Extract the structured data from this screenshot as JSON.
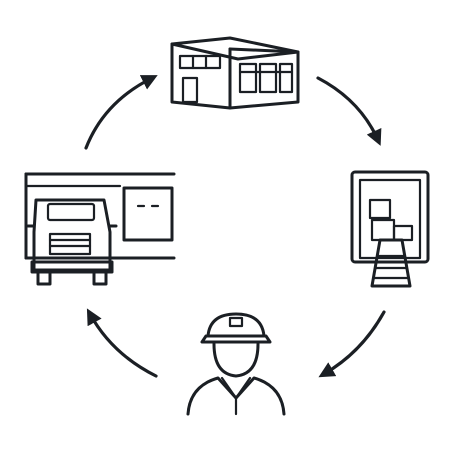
{
  "colors": {
    "ink": "#1b1f24",
    "background": "#ffffff"
  },
  "diagram": {
    "type": "cycle",
    "nodes": [
      {
        "id": "warehouse",
        "icon": "warehouse-icon"
      },
      {
        "id": "loading-trailer",
        "icon": "trailer-with-boxes-icon"
      },
      {
        "id": "delivery-worker",
        "icon": "worker-with-cap-icon"
      },
      {
        "id": "truck-at-dock",
        "icon": "truck-at-loading-dock-icon"
      }
    ],
    "arrows": [
      {
        "from": "warehouse",
        "to": "loading-trailer",
        "icon": "curved-arrow-icon"
      },
      {
        "from": "loading-trailer",
        "to": "delivery-worker",
        "icon": "curved-arrow-icon"
      },
      {
        "from": "delivery-worker",
        "to": "truck-at-dock",
        "icon": "curved-arrow-icon"
      },
      {
        "from": "truck-at-dock",
        "to": "warehouse",
        "icon": "curved-arrow-icon"
      }
    ]
  }
}
